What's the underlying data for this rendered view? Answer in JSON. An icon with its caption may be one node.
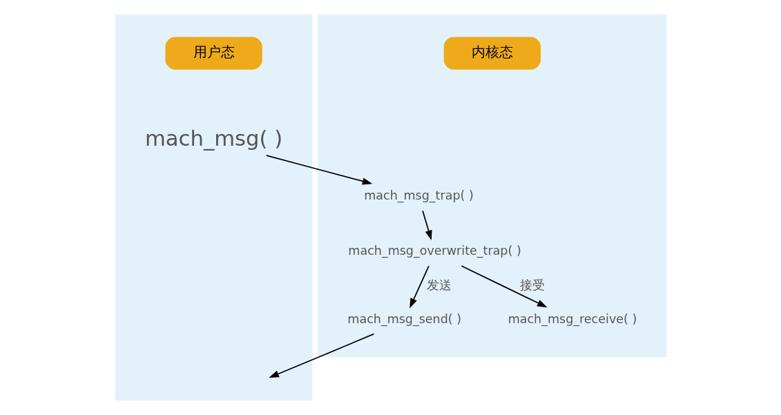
{
  "diagram": {
    "nodes": [
      {
        "text": [],
        "shape": "box"
      },
      {
        "text": [
          "用户态"
        ],
        "in": 0
      },
      {
        "text": [
          "mach_msg( )"
        ],
        "in": 0
      },
      {
        "text": [],
        "shape": "box"
      },
      {
        "text": [
          "内核态"
        ],
        "in": 3
      },
      {
        "text": [
          "mach_msg_trap( )"
        ],
        "in": 3
      },
      {
        "text": [
          "mach_msg_overwrite_trap( )"
        ],
        "in": 3
      },
      {
        "text": [
          "mach_msg_send( )"
        ],
        "in": 3
      },
      {
        "text": [
          "mach_msg_receive( )"
        ],
        "in": 3
      }
    ],
    "edges": [
      {
        "from": 2,
        "to": 5,
        "arrow": "to"
      },
      {
        "from": 5,
        "to": 6,
        "arrow": "to"
      },
      {
        "from": 6,
        "to": 7,
        "label": "发送",
        "arrow": "to"
      },
      {
        "from": 6,
        "to": 8,
        "label": "接受",
        "arrow": "to"
      },
      {
        "from": 7,
        "to": null,
        "arrow": "to"
      }
    ]
  }
}
